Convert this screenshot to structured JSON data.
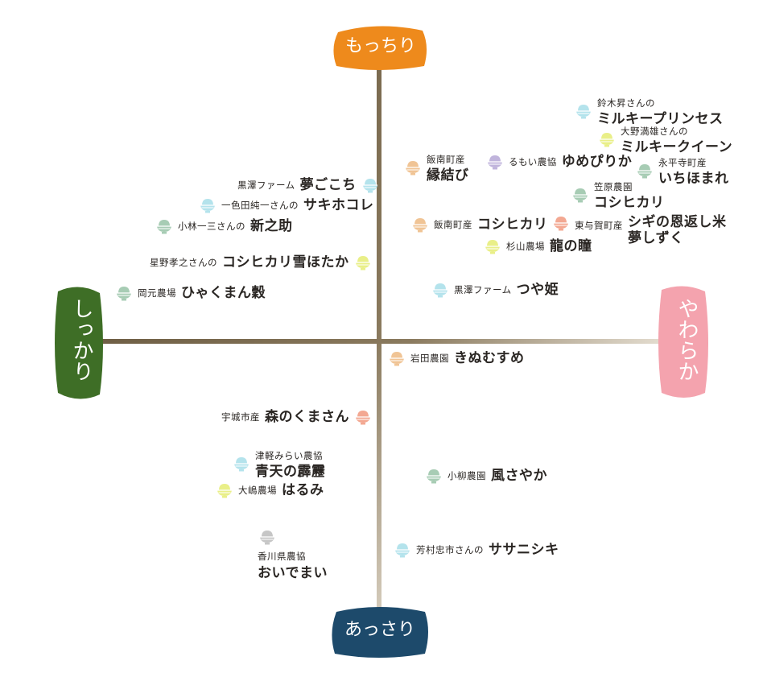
{
  "axes": {
    "top": {
      "label": "もっちり",
      "color": "#ee8a1c"
    },
    "bottom": {
      "label": "あっさり",
      "color": "#1d4a6b"
    },
    "left": {
      "label": "しっかり",
      "color": "#3e6e26"
    },
    "right": {
      "label": "やわらか",
      "color": "#f4a3ae"
    }
  },
  "bowl_colors": {
    "cyan": "#b4e3ec",
    "yellow": "#e9ef88",
    "green": "#a7ccb4",
    "orange": "#f0c495",
    "salmon": "#f3a892",
    "purple": "#c0b4dc",
    "gray": "#c6c6c6"
  },
  "items": [
    {
      "id": "suzuki",
      "producer": "鈴木昇さんの",
      "name": "ミルキープリンセス",
      "color": "cyan"
    },
    {
      "id": "oono",
      "producer": "大野満雄さんの",
      "name": "ミルキークイーン",
      "color": "yellow"
    },
    {
      "id": "iinan-enmusubi",
      "producer": "飯南町産",
      "name": "縁結び",
      "color": "orange"
    },
    {
      "id": "rumoi",
      "producer": "るもい農協",
      "name": "ゆめぴりか",
      "color": "purple"
    },
    {
      "id": "eiheiji",
      "producer": "永平寺町産",
      "name": "いちほまれ",
      "color": "green"
    },
    {
      "id": "kasahara",
      "producer": "笠原農園",
      "name": "コシヒカリ",
      "color": "green"
    },
    {
      "id": "kurosawa-yume",
      "producer": "黒澤ファーム",
      "name": "夢ごこち",
      "color": "cyan"
    },
    {
      "id": "isshiki",
      "producer": "一色田純一さんの",
      "name": "サキホコレ",
      "color": "cyan"
    },
    {
      "id": "kobayashi",
      "producer": "小林一三さんの",
      "name": "新之助",
      "color": "green"
    },
    {
      "id": "iinan-koshi",
      "producer": "飯南町産",
      "name": "コシヒカリ",
      "color": "orange"
    },
    {
      "id": "higashiyoga",
      "producer": "東与賀町産",
      "name": "シギの恩返し米",
      "name2": "夢しずく",
      "color": "salmon"
    },
    {
      "id": "sugiyama",
      "producer": "杉山農場",
      "name": "龍の瞳",
      "color": "yellow"
    },
    {
      "id": "hoshino",
      "producer": "星野孝之さんの",
      "name": "コシヒカリ雪ほたか",
      "color": "yellow"
    },
    {
      "id": "okamoto",
      "producer": "岡元農場",
      "name": "ひゃくまん穀",
      "color": "green"
    },
    {
      "id": "kurosawa-tsuya",
      "producer": "黒澤ファーム",
      "name": "つや姫",
      "color": "cyan"
    },
    {
      "id": "iwata",
      "producer": "岩田農園",
      "name": "きぬむすめ",
      "color": "orange"
    },
    {
      "id": "uki",
      "producer": "宇城市産",
      "name": "森のくまさん",
      "color": "salmon"
    },
    {
      "id": "tsugaru",
      "producer": "津軽みらい農協",
      "name": "青天の霹靂",
      "color": "cyan"
    },
    {
      "id": "oshima",
      "producer": "大嶋農場",
      "name": "はるみ",
      "color": "yellow"
    },
    {
      "id": "koyanagi",
      "producer": "小柳農園",
      "name": "風さやか",
      "color": "green"
    },
    {
      "id": "kagawa",
      "producer": "香川県農協",
      "name": "おいでまい",
      "color": "gray"
    },
    {
      "id": "yoshimura",
      "producer": "芳村忠市さんの",
      "name": "ササニシキ",
      "color": "cyan"
    }
  ]
}
